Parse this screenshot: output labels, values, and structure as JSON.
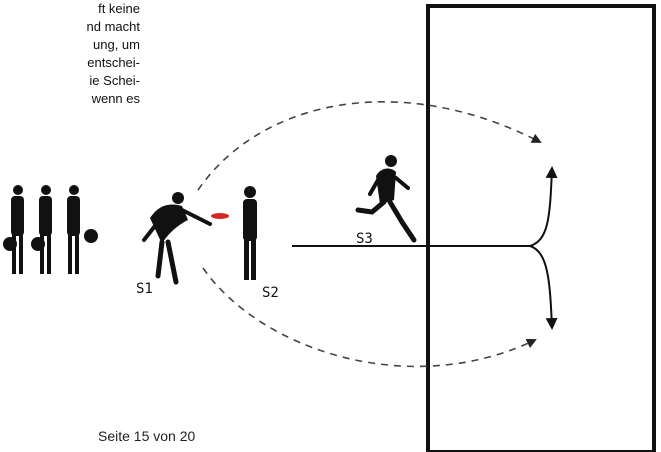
{
  "text_lines": [
    "ft keine",
    "nd macht",
    "ung, um",
    "entschei-",
    "ie Schei-",
    "wenn es"
  ],
  "labels": {
    "s1": "S1",
    "s2": "S2",
    "s3": "S3"
  },
  "footer": "Seite 15 von 20",
  "colors": {
    "line": "#111111",
    "disc": "#d62828",
    "dashed": "#555555"
  }
}
